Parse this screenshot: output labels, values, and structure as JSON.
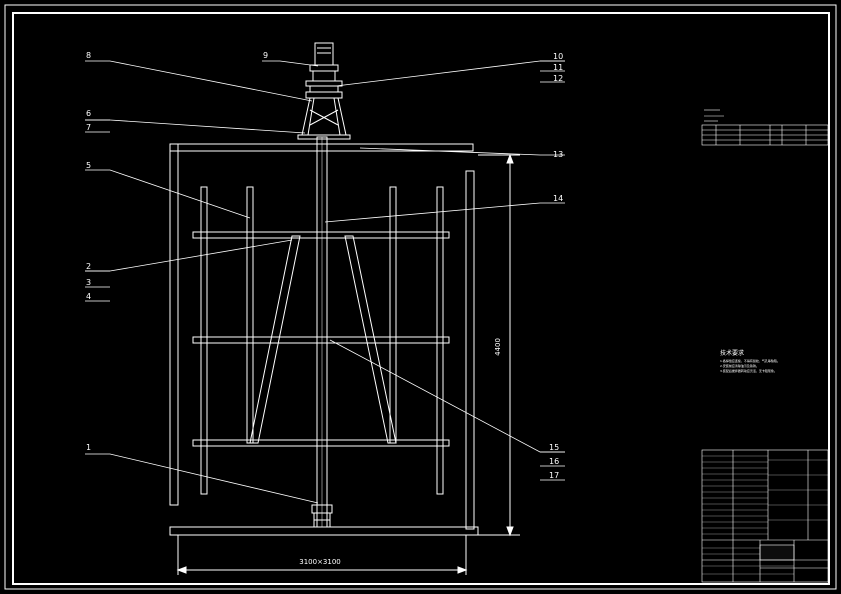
{
  "callouts": [
    "1",
    "2",
    "3",
    "4",
    "5",
    "6",
    "7",
    "8",
    "9",
    "10",
    "11",
    "12",
    "13",
    "14",
    "15",
    "16",
    "17"
  ],
  "dimensions": {
    "height": "4400",
    "width": "3100×3100"
  },
  "notes": {
    "title": "技术要求",
    "lines": [
      "1.各焊缝应连续，不得有裂纹、气孔等缺陷。",
      "2.安装前应清除油污及铁锈。",
      "3.装配后搅拌器转动应灵活，无卡阻现象。"
    ]
  },
  "colors": {
    "line": "#ffffff",
    "background": "#000000"
  }
}
